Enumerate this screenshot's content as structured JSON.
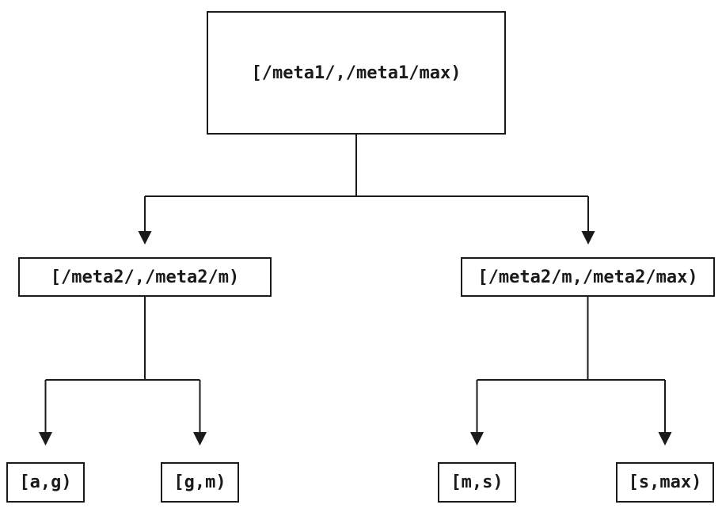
{
  "diagram": {
    "type": "binary-range-partition-tree",
    "background_color": "#ffffff",
    "line_color": "#1a1a1a",
    "nodes": {
      "root": {
        "label": "[/meta1/,/meta1/max)"
      },
      "left_child": {
        "label": "[/meta2/,/meta2/m)"
      },
      "right_child": {
        "label": "[/meta2/m,/meta2/max)"
      },
      "leaf_ag": {
        "label": "[a,g)"
      },
      "leaf_gm": {
        "label": "[g,m)"
      },
      "leaf_ms": {
        "label": "[m,s)"
      },
      "leaf_smax": {
        "label": "[s,max)"
      }
    },
    "edges": [
      {
        "from": "root",
        "to": "left_child"
      },
      {
        "from": "root",
        "to": "right_child"
      },
      {
        "from": "left_child",
        "to": "leaf_ag"
      },
      {
        "from": "left_child",
        "to": "leaf_gm"
      },
      {
        "from": "right_child",
        "to": "leaf_ms"
      },
      {
        "from": "right_child",
        "to": "leaf_smax"
      }
    ]
  }
}
